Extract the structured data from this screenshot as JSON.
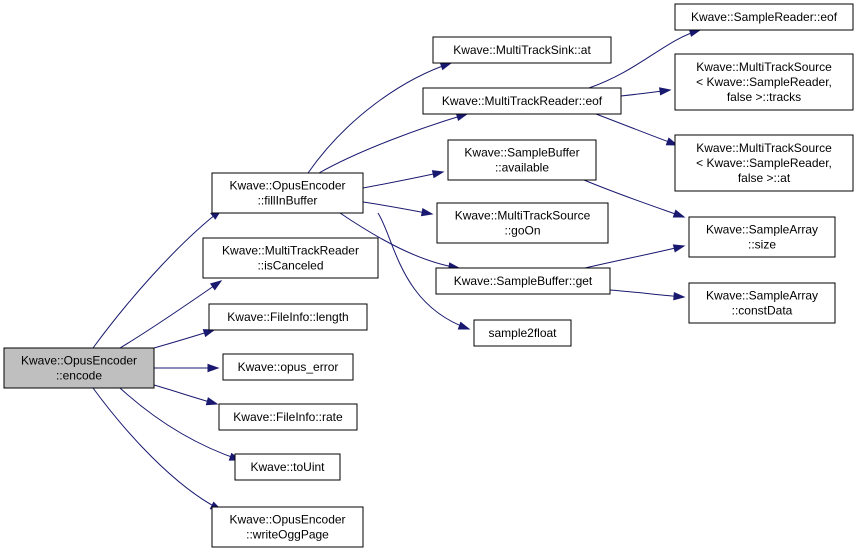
{
  "graph": {
    "root": "encode",
    "colors": {
      "edge": "#191970",
      "root_fill": "#bfbfbf",
      "node_fill": "#ffffff",
      "border": "#000000"
    },
    "nodes": {
      "encode": {
        "lines": [
          "Kwave::OpusEncoder",
          "::encode"
        ]
      },
      "fillInBuffer": {
        "lines": [
          "Kwave::OpusEncoder",
          "::fillInBuffer"
        ]
      },
      "isCanceled": {
        "lines": [
          "Kwave::MultiTrackReader",
          "::isCanceled"
        ]
      },
      "fileinfoLength": {
        "lines": [
          "Kwave::FileInfo::length"
        ]
      },
      "opusError": {
        "lines": [
          "Kwave::opus_error"
        ]
      },
      "fileinfoRate": {
        "lines": [
          "Kwave::FileInfo::rate"
        ]
      },
      "toUint": {
        "lines": [
          "Kwave::toUint"
        ]
      },
      "writeOggPage": {
        "lines": [
          "Kwave::OpusEncoder",
          "::writeOggPage"
        ]
      },
      "sinkAt": {
        "lines": [
          "Kwave::MultiTrackSink::at"
        ]
      },
      "readerEof": {
        "lines": [
          "Kwave::MultiTrackReader::eof"
        ]
      },
      "bufAvailable": {
        "lines": [
          "Kwave::SampleBuffer",
          "::available"
        ]
      },
      "sourceGoOn": {
        "lines": [
          "Kwave::MultiTrackSource",
          "::goOn"
        ]
      },
      "bufGet": {
        "lines": [
          "Kwave::SampleBuffer::get"
        ]
      },
      "sample2float": {
        "lines": [
          "sample2float"
        ]
      },
      "sampleReaderEof": {
        "lines": [
          "Kwave::SampleReader::eof"
        ]
      },
      "sourceTracks": {
        "lines": [
          "Kwave::MultiTrackSource",
          "< Kwave::SampleReader,",
          "false >::tracks"
        ]
      },
      "sourceAt": {
        "lines": [
          "Kwave::MultiTrackSource",
          "< Kwave::SampleReader,",
          "false >::at"
        ]
      },
      "arraySize": {
        "lines": [
          "Kwave::SampleArray",
          "::size"
        ]
      },
      "arrayConstData": {
        "lines": [
          "Kwave::SampleArray",
          "::constData"
        ]
      }
    },
    "edges": [
      [
        "encode",
        "fillInBuffer"
      ],
      [
        "encode",
        "isCanceled"
      ],
      [
        "encode",
        "fileinfoLength"
      ],
      [
        "encode",
        "opusError"
      ],
      [
        "encode",
        "fileinfoRate"
      ],
      [
        "encode",
        "toUint"
      ],
      [
        "encode",
        "writeOggPage"
      ],
      [
        "fillInBuffer",
        "sinkAt"
      ],
      [
        "fillInBuffer",
        "readerEof"
      ],
      [
        "fillInBuffer",
        "bufAvailable"
      ],
      [
        "fillInBuffer",
        "sourceGoOn"
      ],
      [
        "fillInBuffer",
        "bufGet"
      ],
      [
        "fillInBuffer",
        "sample2float"
      ],
      [
        "readerEof",
        "sampleReaderEof"
      ],
      [
        "readerEof",
        "sourceTracks"
      ],
      [
        "readerEof",
        "sourceAt"
      ],
      [
        "bufAvailable",
        "arraySize"
      ],
      [
        "bufGet",
        "arraySize"
      ],
      [
        "bufGet",
        "arrayConstData"
      ]
    ]
  }
}
